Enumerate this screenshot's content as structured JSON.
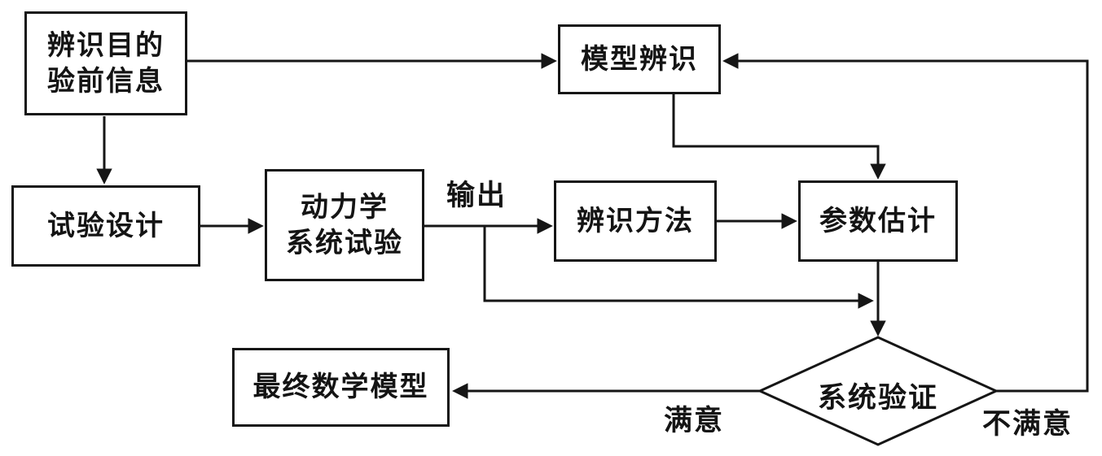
{
  "diagram": {
    "background": "#ffffff",
    "line_color": "#161616",
    "nodes": {
      "purpose": {
        "line1": "辨识目的",
        "line2": "验前信息"
      },
      "model_identification": {
        "label": "模型辨识"
      },
      "experiment_design": {
        "label": "试验设计"
      },
      "dynamics_test": {
        "line1": "动力学",
        "line2": "系统试验"
      },
      "identification_method": {
        "label": "辨识方法"
      },
      "parameter_estimation": {
        "label": "参数估计"
      },
      "system_verification": {
        "label": "系统验证"
      },
      "final_model": {
        "label": "最终数学模型"
      }
    },
    "edge_labels": {
      "output": "输出",
      "satisfied": "满意",
      "unsatisfied": "不满意"
    }
  }
}
